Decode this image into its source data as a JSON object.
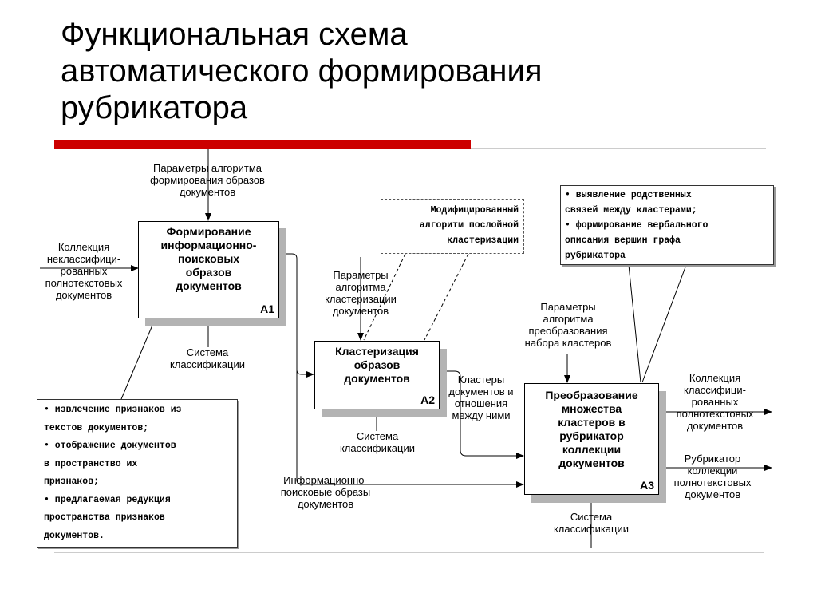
{
  "title": [
    "Функциональная схема",
    "автоматического формирования",
    "рубрикатора"
  ],
  "blocks": {
    "a1": {
      "lines": [
        "Формирование",
        "информационно-",
        "поисковых",
        "образов",
        "документов"
      ],
      "id": "А1"
    },
    "a2": {
      "lines": [
        "Кластеризация",
        "образов",
        "документов"
      ],
      "id": "А2"
    },
    "a3": {
      "lines": [
        "Преобразование",
        "множества",
        "кластеров в",
        "рубрикатор",
        "коллекции",
        "документов"
      ],
      "id": "А3"
    }
  },
  "labels": {
    "params_a1": [
      "Параметры алгоритма",
      "формирования образов",
      "документов"
    ],
    "input_a1": [
      "Коллекция",
      "неклассифици-",
      "рованных",
      "полнотекстовых",
      "документов"
    ],
    "system_a1": [
      "Система",
      "классификации"
    ],
    "params_a2": [
      "Параметры",
      "алгоритма",
      "кластеризации",
      "документов"
    ],
    "system_a2": [
      "Система",
      "классификации"
    ],
    "clusters": [
      "Кластеры",
      "документов и",
      "отношения",
      "между ними"
    ],
    "images": [
      "Информационно-",
      "поисковые образы",
      "документов"
    ],
    "params_a3": [
      "Параметры",
      "алгоритма",
      "преобразования",
      "набора кластеров"
    ],
    "system_a3": [
      "Система",
      "классификации"
    ],
    "out_collection": [
      "Коллекция",
      "классифици-",
      "рованных",
      "полнотекстовых",
      "документов"
    ],
    "out_rubricator": [
      "Рубрикатор",
      "коллекции",
      "полнотекстовых",
      "документов"
    ]
  },
  "notes": {
    "modified": [
      "Модифицированный",
      "алгоритм послойной",
      "кластеризации"
    ],
    "a3_notes": [
      "• выявление родственных",
      "связей между кластерами;",
      "• формирование вербального",
      "описания вершин графа",
      "рубрикатора"
    ],
    "a1_notes": [
      "• извлечение признаков из",
      "текстов документов;",
      "• отображение документов",
      "в пространство их",
      "признаков;",
      "• предлагаемая редукция",
      "пространства признаков",
      "документов."
    ]
  }
}
